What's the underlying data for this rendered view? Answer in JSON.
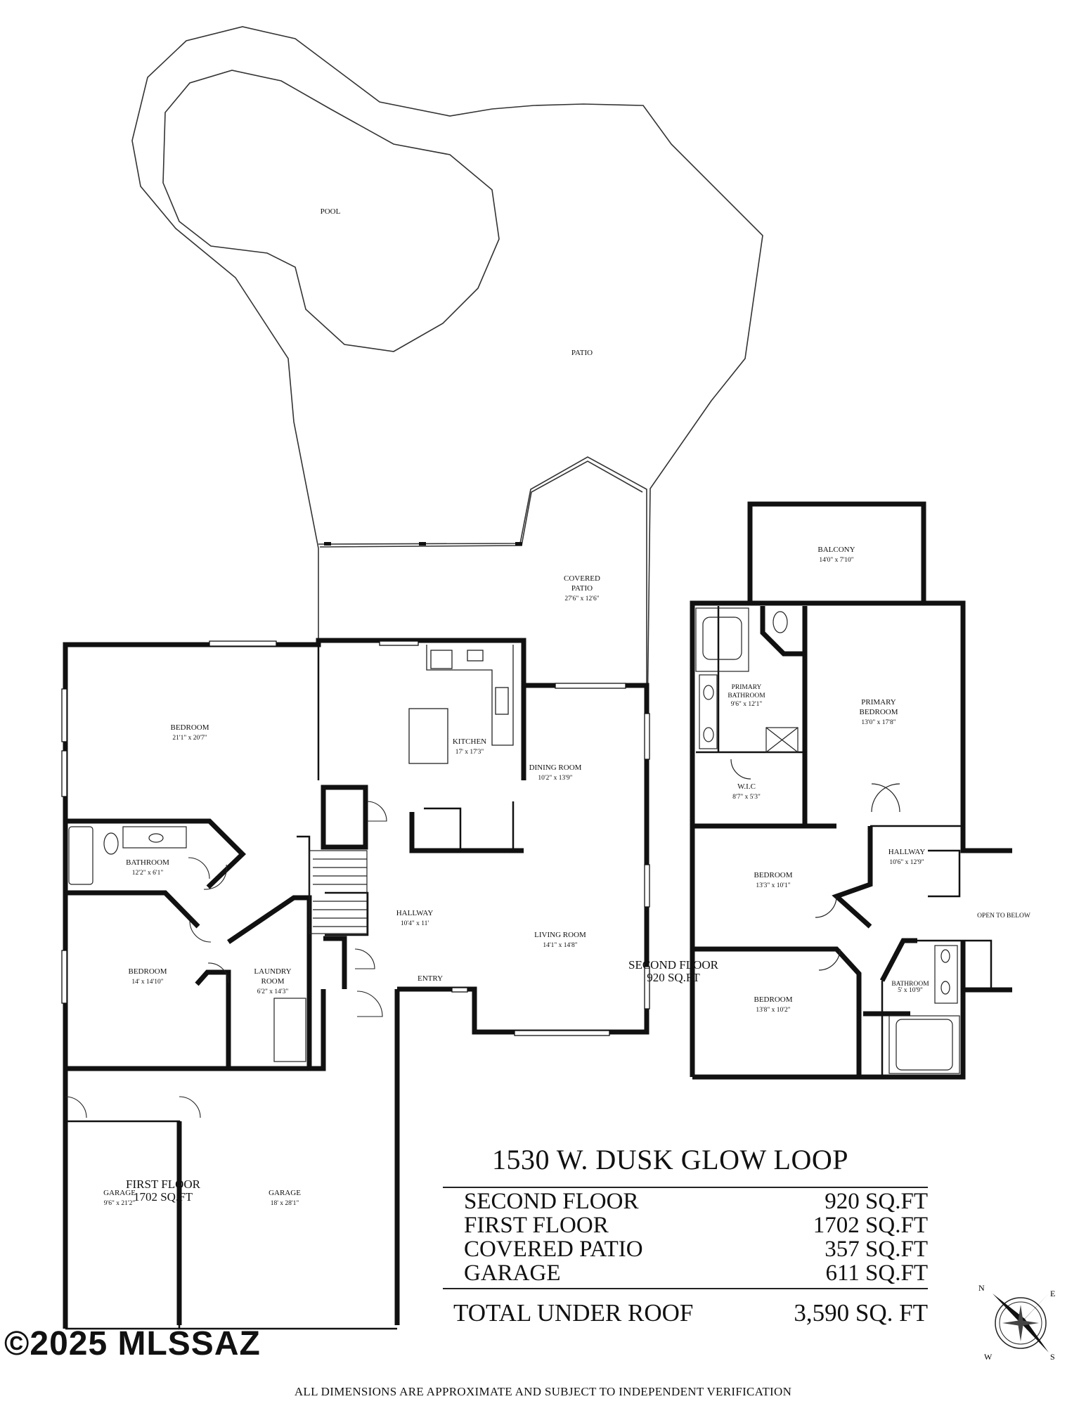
{
  "address": "1530 W. DUSK GLOW LOOP",
  "areas": [
    {
      "label": "SECOND FLOOR",
      "value": "920 SQ.FT"
    },
    {
      "label": "FIRST FLOOR",
      "value": "1702 SQ.FT"
    },
    {
      "label": "COVERED PATIO",
      "value": "357 SQ.FT"
    },
    {
      "label": "GARAGE",
      "value": "611 SQ.FT"
    }
  ],
  "total": {
    "label": "TOTAL UNDER ROOF",
    "value": "3,590 SQ. FT"
  },
  "watermark": "©2025 MLSSAZ",
  "disclaimer": "ALL DIMENSIONS ARE APPROXIMATE AND SUBJECT TO INDEPENDENT VERIFICATION",
  "plan_labels": {
    "first_floor": "FIRST FLOOR",
    "first_floor_area": "1702 SQ.FT",
    "second_floor": "SECOND FLOOR",
    "second_floor_area": "920 SQ.FT",
    "open_to_below": "OPEN TO BELOW",
    "entry": "ENTRY"
  },
  "rooms": {
    "pool": {
      "name": "POOL"
    },
    "patio": {
      "name": "PATIO"
    },
    "covered_patio": {
      "name": "COVERED PATIO",
      "dim": "27'6\" x 12'6\""
    },
    "bedroom_main": {
      "name": "BEDROOM",
      "dim": "21'1\" x 20'7\""
    },
    "kitchen": {
      "name": "KITCHEN",
      "dim": "17' x 17'3\""
    },
    "dining_room": {
      "name": "DINING ROOM",
      "dim": "10'2\" x 13'9\""
    },
    "bathroom_1": {
      "name": "BATHROOM",
      "dim": "12'2\" x 6'1\""
    },
    "hallway_1": {
      "name": "HALLWAY",
      "dim": "10'4\" x 11'"
    },
    "living_room": {
      "name": "LIVING ROOM",
      "dim": "14'1\" x 14'8\""
    },
    "bedroom_2": {
      "name": "BEDROOM",
      "dim": "14' x 14'10\""
    },
    "laundry": {
      "name": "LAUNDRY ROOM",
      "dim": "6'2\" x 14'3\""
    },
    "garage_small": {
      "name": "GARAGE",
      "dim": "9'6\" x 21'2\""
    },
    "garage_big": {
      "name": "GARAGE",
      "dim": "18' x 28'1\""
    },
    "balcony": {
      "name": "BALCONY",
      "dim": "14'0\" x 7'10\""
    },
    "primary_bath": {
      "name": "PRIMARY BATHROOM",
      "dim": "9'6\" x 12'1\""
    },
    "primary_bed": {
      "name": "PRIMARY BEDROOM",
      "dim": "13'0\" x 17'8\""
    },
    "wic": {
      "name": "W.I.C",
      "dim": "8'7\" x 5'3\""
    },
    "bedroom_up1": {
      "name": "BEDROOM",
      "dim": "13'3\" x 10'1\""
    },
    "hallway_up": {
      "name": "HALLWAY",
      "dim": "10'6\" x 12'9\""
    },
    "bedroom_up2": {
      "name": "BEDROOM",
      "dim": "13'8\" x 10'2\""
    },
    "bathroom_up": {
      "name": "BATHROOM",
      "dim": "5' x 10'9\""
    }
  },
  "compass": {
    "n": "N",
    "e": "E",
    "s": "S",
    "w": "W"
  }
}
